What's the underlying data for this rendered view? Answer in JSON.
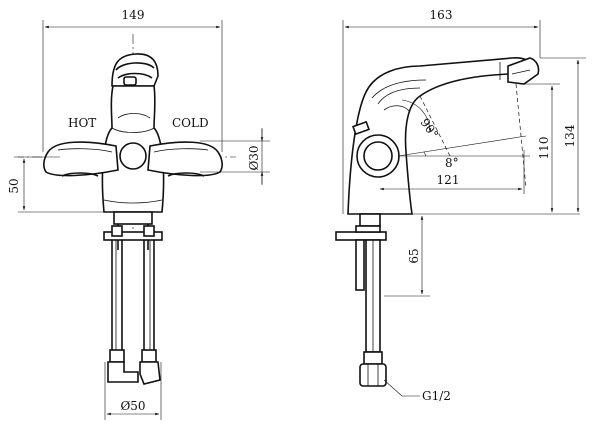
{
  "front_view": {
    "width_label": "149",
    "hot_label": "HOT",
    "cold_label": "COLD",
    "handle_dia_label": "Ø30",
    "handle_height_label": "50",
    "base_dia_label": "Ø50"
  },
  "side_view": {
    "width_label": "163",
    "angle_90_label": "90°",
    "angle_8_label": "8°",
    "reach_label": "121",
    "spout_height_label": "110",
    "total_height_label": "134",
    "shank_label": "65",
    "thread_label": "G1/2"
  }
}
